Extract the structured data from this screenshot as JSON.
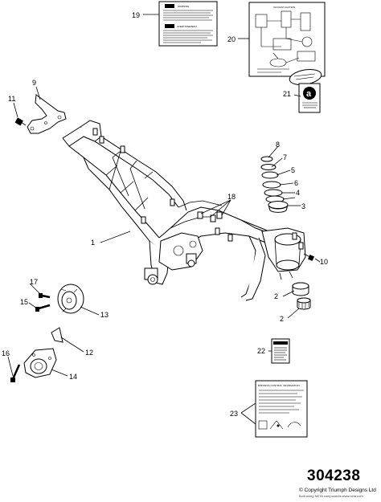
{
  "diagram": {
    "id_number": "304238",
    "copyright": "© Copyright Triumph Designs Ltd",
    "built_with": "Built using NETA components www.neta.com",
    "callouts": [
      "1",
      "2",
      "2",
      "3",
      "4",
      "4",
      "5",
      "6",
      "7",
      "8",
      "9",
      "10",
      "11",
      "12",
      "13",
      "14",
      "15",
      "16",
      "17",
      "18",
      "19",
      "20",
      "21",
      "22",
      "23"
    ],
    "labels": {
      "warning": "WARNING",
      "avertissement": "AVERTISSEMENT",
      "vacuum_caution": "VACUUM CAUTION",
      "a_badge": "a",
      "emission_title": "EMISSION CONTROL INFORMATION"
    }
  }
}
